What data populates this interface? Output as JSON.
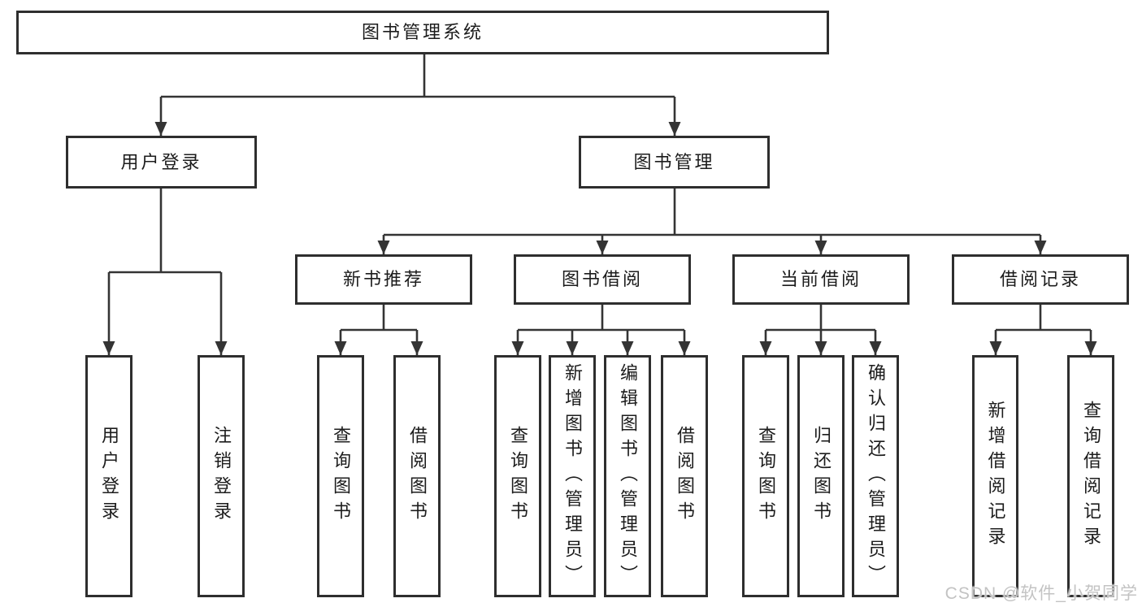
{
  "tree": {
    "root": {
      "label": "图书管理系统"
    },
    "branches": [
      {
        "label": "用户登录",
        "leaves": [
          {
            "label": "用户登录"
          },
          {
            "label": "注销登录"
          }
        ]
      },
      {
        "label": "图书管理",
        "children": [
          {
            "label": "新书推荐",
            "leaves": [
              {
                "label": "查询图书"
              },
              {
                "label": "借阅图书"
              }
            ]
          },
          {
            "label": "图书借阅",
            "leaves": [
              {
                "label": "查询图书"
              },
              {
                "label": "新增图书（管理员）"
              },
              {
                "label": "编辑图书（管理员）"
              },
              {
                "label": "借阅图书"
              }
            ]
          },
          {
            "label": "当前借阅",
            "leaves": [
              {
                "label": "查询图书"
              },
              {
                "label": "归还图书"
              },
              {
                "label": "确认归还（管理员）"
              }
            ]
          },
          {
            "label": "借阅记录",
            "leaves": [
              {
                "label": "新增借阅记录"
              },
              {
                "label": "查询借阅记录"
              }
            ]
          }
        ]
      }
    ]
  },
  "watermark": {
    "text": "CSDN @软件_小贺同学"
  },
  "colors": {
    "background": "#ffffff",
    "line": "#343434",
    "box_border": "#2e2e2e",
    "text": "#1c1c1c",
    "watermark": "#c3c3c3"
  }
}
